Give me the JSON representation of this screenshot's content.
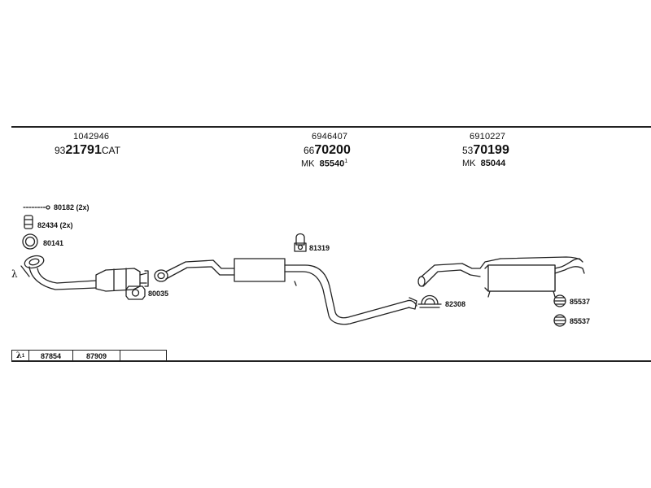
{
  "parts": {
    "front": {
      "ref": "1042946",
      "prefix": "93",
      "number": "21791",
      "suffix": "CAT"
    },
    "middle": {
      "ref": "6946407",
      "prefix": "66",
      "number": "70200",
      "mk_label": "MK",
      "mk_number": "85540",
      "mk_sup": "1"
    },
    "rear": {
      "ref": "6910227",
      "prefix": "53",
      "number": "70199",
      "mk_label": "MK",
      "mk_number": "85044"
    }
  },
  "callouts": {
    "c80182": "80182 (2x)",
    "c82434": "82434 (2x)",
    "c80141": "80141",
    "c80035": "80035",
    "c81319": "81319",
    "c82308": "82308",
    "c85537a": "85537",
    "c85537b": "85537"
  },
  "lambda_symbol": "λ",
  "footer": {
    "symbol": "λ",
    "sup": "1",
    "cells": [
      "87854",
      "87909",
      ""
    ]
  },
  "colors": {
    "line": "#222222",
    "pipe_fill": "#ffffff"
  }
}
